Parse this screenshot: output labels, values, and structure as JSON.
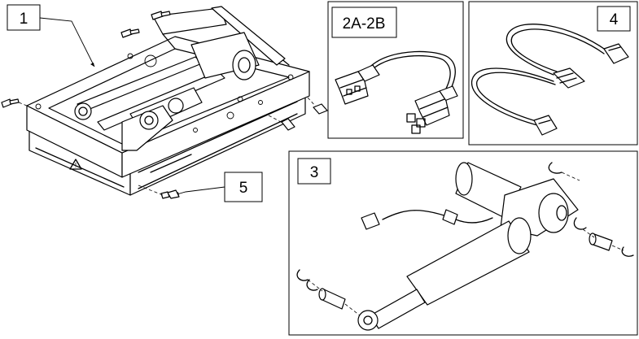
{
  "callouts": {
    "c1": "1",
    "c2": "2A-2B",
    "c3": "3",
    "c4": "4",
    "c5": "5"
  },
  "warning_symbol": "!"
}
